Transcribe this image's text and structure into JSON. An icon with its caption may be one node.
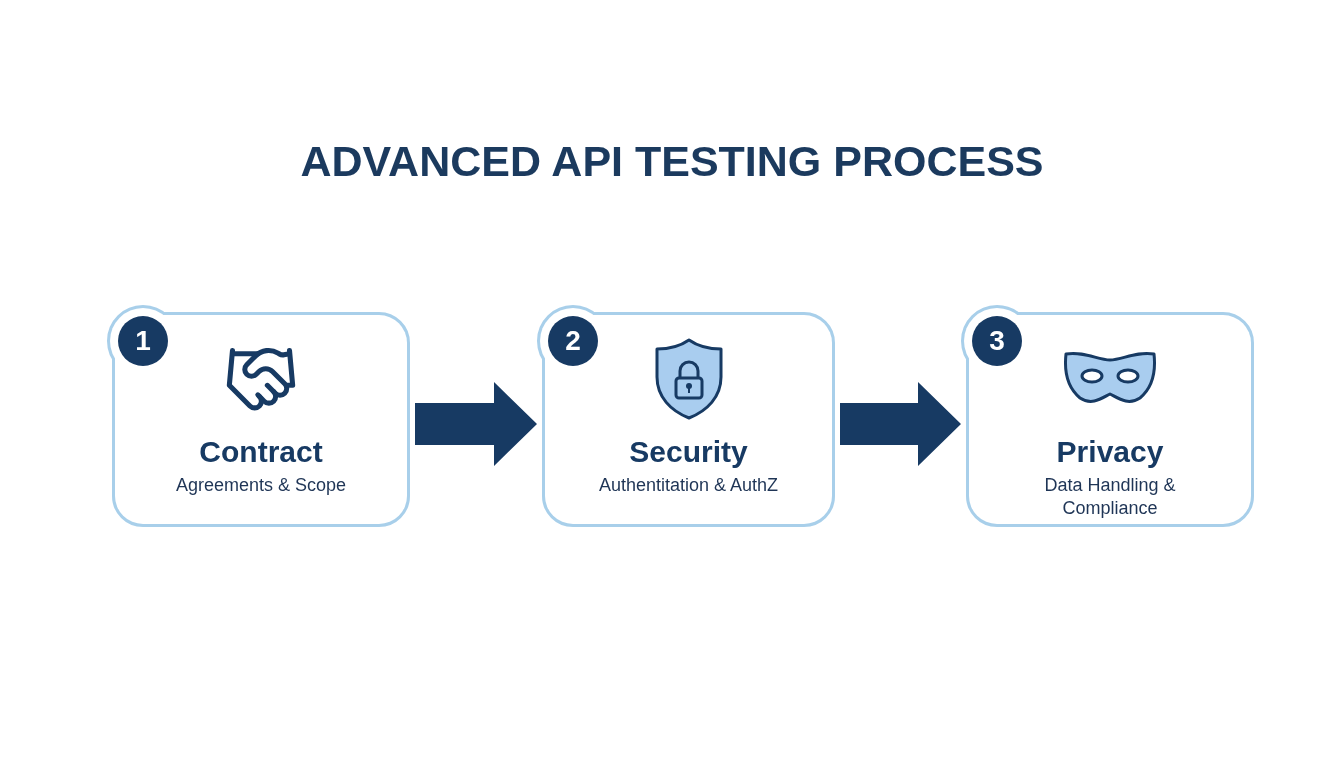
{
  "diagram": {
    "title": "ADVANCED API TESTING PROCESS",
    "nodes": [
      {
        "text": [
          "Contract",
          "Agreements & Scope"
        ]
      },
      {
        "text": [
          "1"
        ],
        "in": 0
      },
      {
        "text": [
          "Security",
          "Authentitation & AuthZ"
        ]
      },
      {
        "text": [
          "2"
        ],
        "in": 2
      },
      {
        "text": [
          "Privacy",
          "Data Handling & Compliance"
        ]
      },
      {
        "text": [
          "3"
        ],
        "in": 4
      }
    ],
    "edges": [
      {
        "from": 0,
        "to": 2,
        "arrow": "to"
      },
      {
        "from": 2,
        "to": 4,
        "arrow": "to"
      }
    ]
  }
}
